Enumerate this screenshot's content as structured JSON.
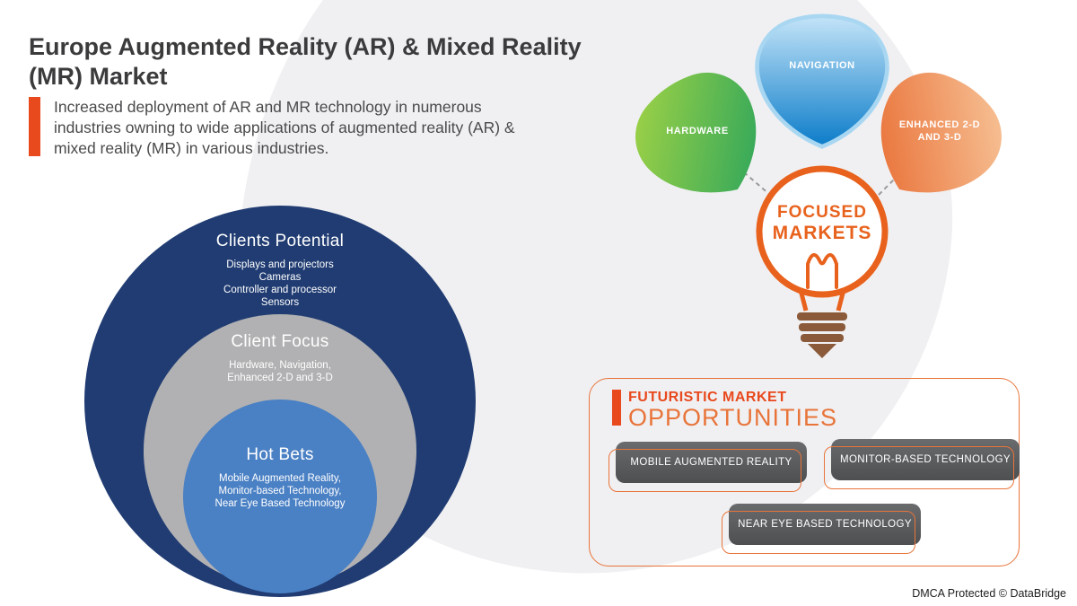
{
  "colors": {
    "accent": "#e8491d",
    "accent-light": "#e8743a",
    "navy": "#203c72",
    "gray-circle": "#b1b1b3",
    "blue-circle": "#4a80c4",
    "petal-green-dark": "#1fa05e",
    "petal-blue-dark": "#0b7cc9",
    "petal-orange-dark": "#e7652a",
    "button-gray": "#58595b"
  },
  "header": {
    "title_line1": "Europe Augmented Reality (AR) & Mixed Reality",
    "title_line2": "(MR) Market",
    "description": "Increased deployment of AR and MR technology in numerous industries owning to wide applications of augmented reality (AR) & mixed reality (MR) in various industries."
  },
  "circles": {
    "outer": {
      "title": "Clients Potential",
      "lines": [
        "Displays and projectors",
        "Cameras",
        "Controller and processor",
        "Sensors"
      ]
    },
    "middle": {
      "title": "Client Focus",
      "lines": [
        "Hardware, Navigation,",
        "Enhanced 2-D and 3-D"
      ]
    },
    "inner": {
      "title": "Hot Bets",
      "lines": [
        "Mobile Augmented Reality,",
        "Monitor-based Technology,",
        "Near Eye Based Technology"
      ]
    }
  },
  "petals": [
    {
      "label": "HARDWARE"
    },
    {
      "label": "NAVIGATION"
    },
    {
      "label": "ENHANCED 2-D AND 3-D"
    }
  ],
  "bulb": {
    "line1": "FOCUSED",
    "line2": "MARKETS"
  },
  "opportunities": {
    "heading_small": "FUTURISTIC MARKET",
    "heading_large": "OPPORTUNITIES",
    "items": [
      "MOBILE AUGMENTED REALITY",
      "MONITOR-BASED TECHNOLOGY",
      "NEAR EYE BASED TECHNOLOGY"
    ]
  },
  "footer": {
    "text": "DMCA Protected © DataBridge"
  }
}
